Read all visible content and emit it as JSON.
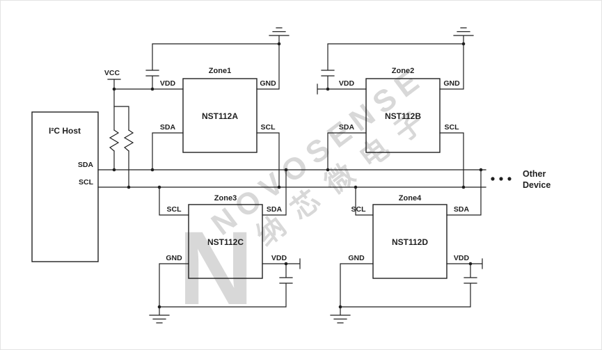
{
  "host": {
    "label": "I²C Host",
    "pin_sda": "SDA",
    "pin_scl": "SCL"
  },
  "power": {
    "vcc_label": "VCC"
  },
  "zones": {
    "zone1": {
      "title": "Zone1",
      "part": "NST112A",
      "pins": {
        "tl": "VDD",
        "tr": "GND",
        "bl": "SDA",
        "br": "SCL"
      }
    },
    "zone2": {
      "title": "Zone2",
      "part": "NST112B",
      "pins": {
        "tl": "VDD",
        "tr": "GND",
        "bl": "SDA",
        "br": "SCL"
      }
    },
    "zone3": {
      "title": "Zone3",
      "part": "NST112C",
      "pins": {
        "tl": "SCL",
        "tr": "SDA",
        "bl": "GND",
        "br": "VDD"
      }
    },
    "zone4": {
      "title": "Zone4",
      "part": "NST112D",
      "pins": {
        "tl": "SCL",
        "tr": "SDA",
        "bl": "GND",
        "br": "VDD"
      }
    }
  },
  "continuation": {
    "other_device_line1": "Other",
    "other_device_line2": "Device"
  },
  "watermark": {
    "brand": "NOVOSENSE",
    "brand_cn": "纳芯微电子",
    "logo_letter": "N"
  },
  "colors": {
    "line": "#1f1f1f",
    "background": "#ffffff",
    "watermark": "#d8d8d8"
  }
}
